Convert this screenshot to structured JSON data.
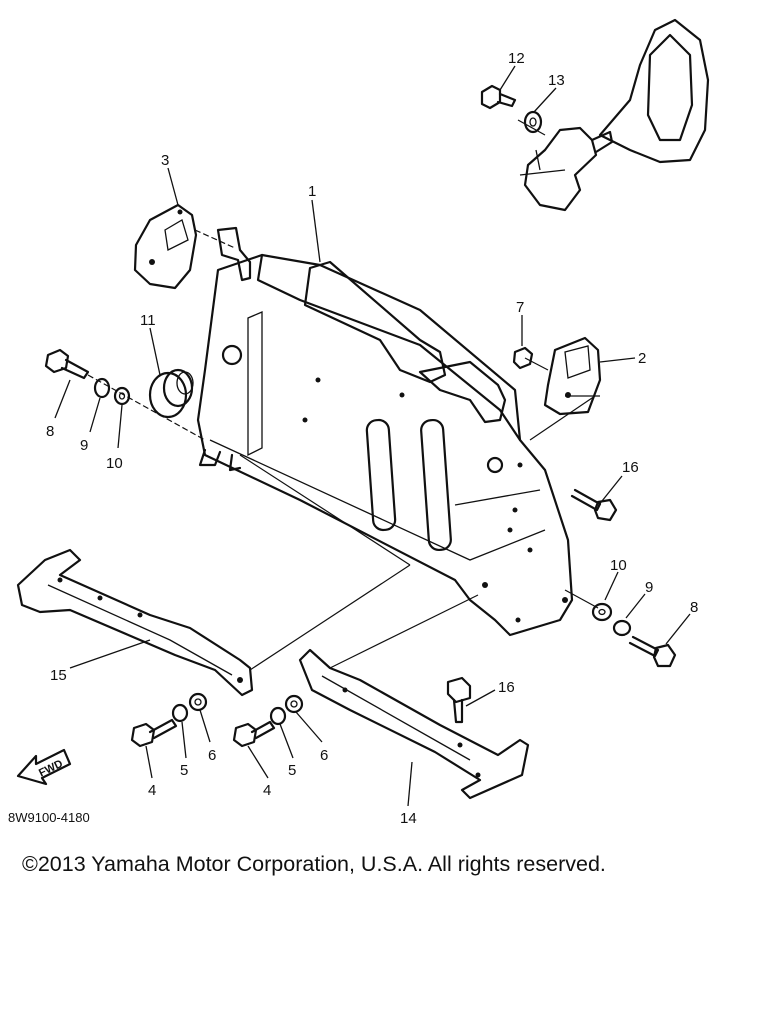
{
  "diagram": {
    "part_numbers": [
      "1",
      "2",
      "3",
      "4",
      "4",
      "5",
      "5",
      "6",
      "6",
      "7",
      "8",
      "8",
      "9",
      "9",
      "10",
      "10",
      "11",
      "12",
      "13",
      "14",
      "15",
      "16",
      "16"
    ],
    "fwd_label": "FWD",
    "drawing_code": "8W9100-4180"
  },
  "footer": {
    "copyright": "©2013 Yamaha Motor Corporation, U.S.A. All rights reserved."
  }
}
